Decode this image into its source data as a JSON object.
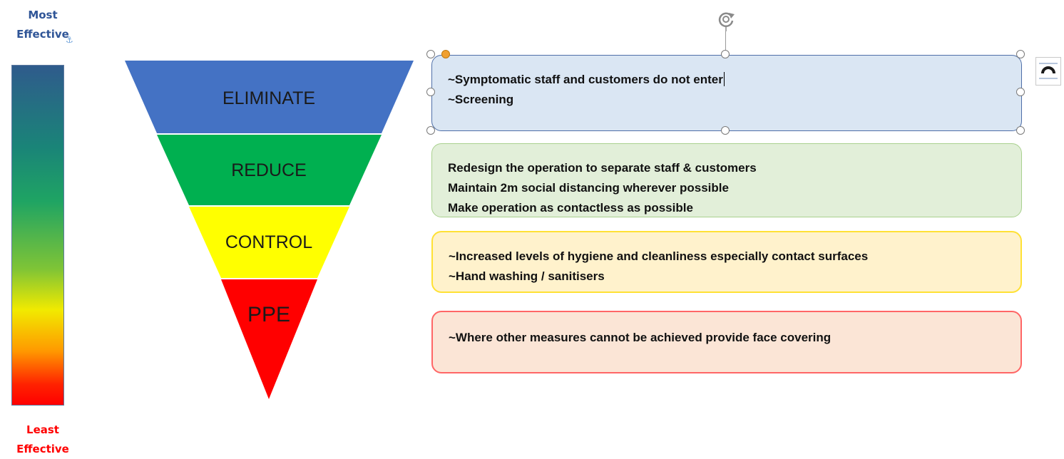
{
  "scale": {
    "top_label_line1": "Most",
    "top_label_line2": "Effective",
    "bottom_label_line1": "Least",
    "bottom_label_line2": "Effective",
    "icons": [
      "anchor-icon"
    ]
  },
  "pyramid": {
    "tiers": [
      {
        "label": "ELIMINATE",
        "color": "#4472c4"
      },
      {
        "label": "REDUCE",
        "color": "#00b050"
      },
      {
        "label": "CONTROL",
        "color": "#ffff00"
      },
      {
        "label": "PPE",
        "color": "#ff0000"
      }
    ]
  },
  "boxes": [
    {
      "lines": [
        "~Symptomatic staff and customers do not enter",
        "~Screening"
      ],
      "fill": "#dae6f3",
      "border": "#4f6fa8",
      "selected": true
    },
    {
      "lines": [
        "Redesign the operation to separate staff & customers",
        "Maintain 2m social distancing wherever possible",
        "Make operation as contactless as possible"
      ],
      "fill": "#e2efd9",
      "border": "#a9d18e"
    },
    {
      "lines": [
        "~Increased levels of hygiene and cleanliness especially contact surfaces",
        "~Hand washing / sanitisers"
      ],
      "fill": "#fff2cc",
      "border": "#ffe135"
    },
    {
      "lines": [
        "~Where other measures cannot be achieved provide face covering"
      ],
      "fill": "#fbe5d6",
      "border": "#ff6666"
    }
  ],
  "editor": {
    "icons": [
      "rotate-handle-icon",
      "layout-options-icon"
    ]
  }
}
